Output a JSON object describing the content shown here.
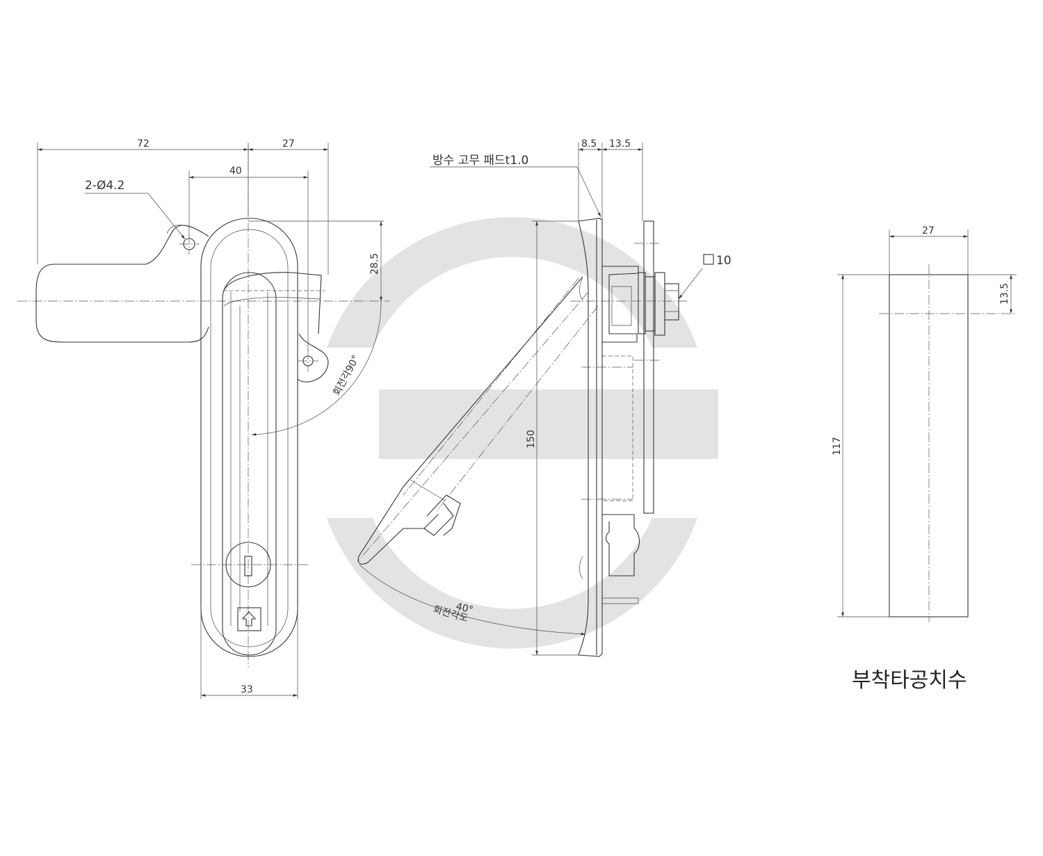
{
  "watermark": {
    "type": "circular-logo",
    "color": "#e3e3e6"
  },
  "front_view": {
    "dim_overall_left": "72",
    "dim_overall_right": "27",
    "dim_hole_spacing": "40",
    "hole_note": "2-Ø4.2",
    "dim_vertical_offset": "28.5",
    "rotation_note": "회전각90°",
    "dim_bottom_width": "33"
  },
  "side_view": {
    "gasket_note": "방수 고무 패드t1.0",
    "dim_gasket": "8.5",
    "dim_depth": "13.5",
    "square_note": "10",
    "dim_height": "150",
    "angle_value": "40°",
    "angle_label": "회전각도"
  },
  "cutout_view": {
    "dim_width": "27",
    "dim_offset": "13.5",
    "dim_height": "117",
    "caption": "부착타공치수"
  }
}
